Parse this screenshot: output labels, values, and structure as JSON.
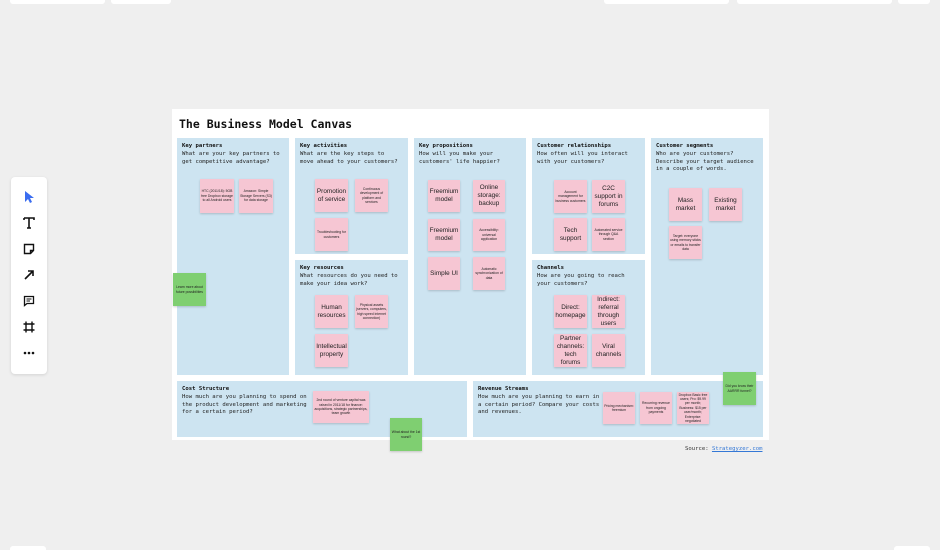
{
  "board": {
    "title": "The Business Model Canvas",
    "source_label": "Source:",
    "source_link": "Strategyzer.com"
  },
  "colors": {
    "background": "#efefef",
    "block": "#cde4f1",
    "pink_note": "#f6c6d3",
    "green_note": "#7fcf71",
    "link": "#3478d6"
  },
  "toolbar": {
    "tools": [
      {
        "name": "select",
        "icon": "cursor-icon"
      },
      {
        "name": "text",
        "icon": "text-icon"
      },
      {
        "name": "sticky note",
        "icon": "sticky-note-icon"
      },
      {
        "name": "connector",
        "icon": "arrow-icon"
      },
      {
        "name": "comment",
        "icon": "comment-icon"
      },
      {
        "name": "frame",
        "icon": "frame-icon"
      },
      {
        "name": "more",
        "icon": "more-icon"
      }
    ]
  },
  "sections": {
    "key_partners": {
      "heading": "Key partners",
      "question": "What are your key partners to get competitive advantage?",
      "notes": [
        "HTC (2011/18): 5GB free Dropbox storage to all Android users",
        "Amazon: Simple Storage Servers (S3) for data storage"
      ]
    },
    "key_activities": {
      "heading": "Key activities",
      "question": "What are the key steps to move ahead to your customers?",
      "notes": [
        "Promotion of service",
        "Continuous development of platform and services",
        "Troubleshooting for customers"
      ]
    },
    "key_resources": {
      "heading": "Key resources",
      "question": "What resources do you need to make your idea work?",
      "notes": [
        "Human resources",
        "Physical assets (servers, computers, high speed internet connection)",
        "Intellectual property"
      ]
    },
    "key_propositions": {
      "heading": "Key propositions",
      "question": "How will you make your customers' life happier?",
      "notes": [
        "Freemium model",
        "Online storage: backup",
        "Freemium model",
        "Accessibility: universal application",
        "Simple UI",
        "Automatic synchronization of data"
      ]
    },
    "customer_relationships": {
      "heading": "Customer relationships",
      "question": "How often will you interact with your customers?",
      "notes": [
        "Account management for business customers",
        "C2C support in forums",
        "Tech support",
        "Automated service through Q&A section"
      ]
    },
    "channels": {
      "heading": "Channels",
      "question": "How are you going to reach your customers?",
      "notes": [
        "Direct: homepage",
        "Indirect: referral through users",
        "Partner channels: tech forums",
        "Viral channels"
      ]
    },
    "customer_segments": {
      "heading": "Customer segments",
      "question": "Who are your customers? Describe your target audience in a couple of words.",
      "notes": [
        "Mass market",
        "Existing market",
        "Target: everyone using memory sticks or emails to transfer data"
      ]
    },
    "cost_structure": {
      "heading": "Cost Structure",
      "question": "How much are you planning to spend on the product development and marketing for a certain period?",
      "notes": [
        "2nd round of venture capital was raised in 2011/18 for finance: acquisitions, strategic partnerships, team growth"
      ]
    },
    "revenue_streams": {
      "heading": "Revenue Streams",
      "question": "How much are you planning to earn in a certain period? Compare your costs and revenues.",
      "notes": [
        "Pricing mechanism: freemium",
        "Recurring revenue from ongoing payments",
        "Dropbox Basic free users; Pro: $9.99 per month; Business: $15 per user/month; Enterprise: negotiated"
      ]
    }
  },
  "green_notes": {
    "left": "Learn more about future possibilities",
    "bottom": "What about the 1st round?",
    "right": "Did you know their AARRR funnel?"
  }
}
